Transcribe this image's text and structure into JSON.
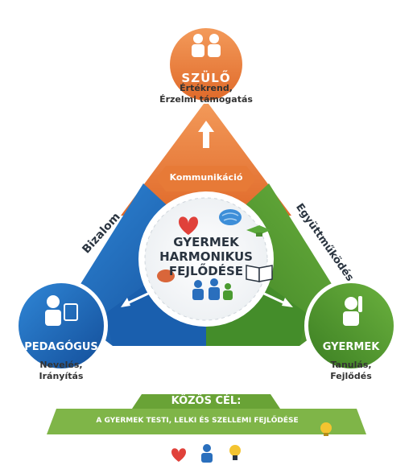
{
  "colors": {
    "orange": "#e9783a",
    "blue": "#1f6fc0",
    "green": "#4f9a2f",
    "banner_green": "#6aa537"
  },
  "top_node": {
    "title": "SZÜLŐ",
    "desc_line1": "Értékrend,",
    "desc_line2": "Érzelmi támogatás",
    "icon": "parents-icon"
  },
  "left_node": {
    "title": "PEDAGÓGUS",
    "desc_line1": "Nevelés,",
    "desc_line2": "Irányítás",
    "icon": "teacher-icon"
  },
  "right_node": {
    "title": "GYERMEK",
    "desc_line1": "Tanulás,",
    "desc_line2": "Fejlődés",
    "icon": "child-icon"
  },
  "edges": {
    "top_label": "Kommunikáció",
    "left_label": "Bizalom",
    "right_label": "Együttműködés"
  },
  "center": {
    "line1": "GYERMEK",
    "line2": "HARMONIKUS",
    "line3": "FEJLŐDÉSE"
  },
  "banner": {
    "title": "KÖZÖS CÉL:",
    "subtitle": "A GYERMEK TESTI, LELKI ÉS SZELLEMI FEJLŐDÉSE"
  }
}
